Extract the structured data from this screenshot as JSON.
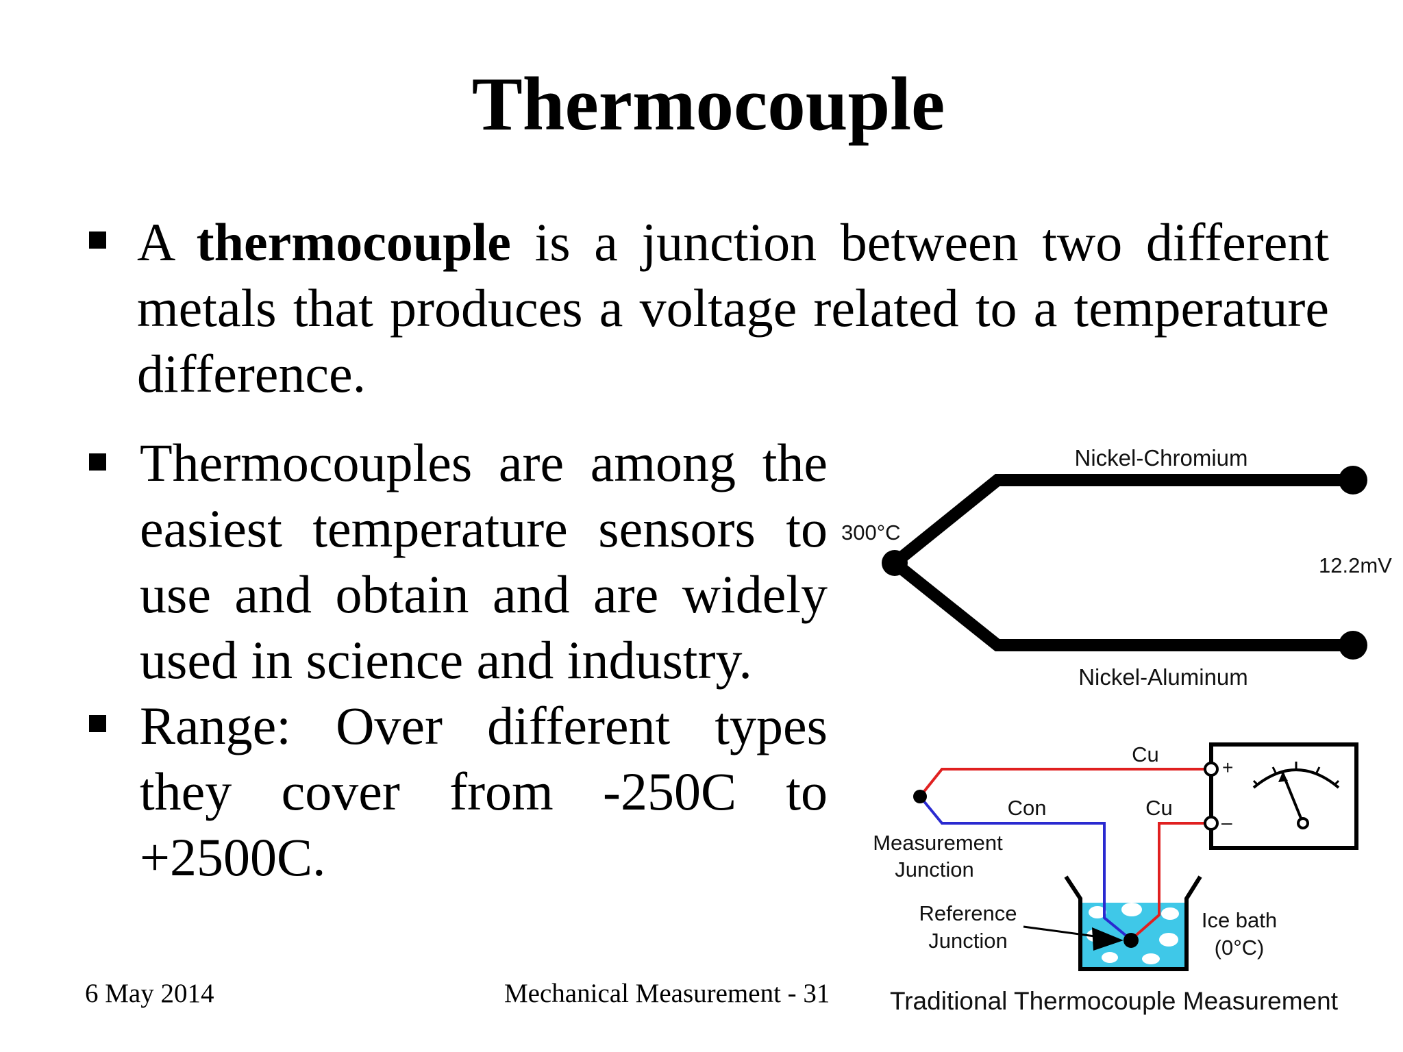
{
  "slide": {
    "title": "Thermocouple",
    "bullets": [
      {
        "prefix": "A ",
        "bold": "thermocouple",
        "suffix": " is a junction between two different metals that produces a voltage related to a temperature difference."
      },
      {
        "text": "Thermocouples are among the easiest temperature sensors to use and obtain and are widely used in science and industry."
      },
      {
        "text": "Range: Over different types they cover from -250C to +2500C."
      }
    ],
    "footer": {
      "date": "6 May 2014",
      "center": "Mechanical Measurement - 31"
    }
  },
  "diagram_top": {
    "label_top_wire": "Nickel-Chromium",
    "label_bottom_wire": "Nickel-Aluminum",
    "label_junction_temp": "300°C",
    "label_voltage": "12.2mV"
  },
  "diagram_bottom": {
    "label_cu_top": "Cu",
    "label_con": "Con",
    "label_cu_mid": "Cu",
    "label_measurement_junction_line1": "Measurement",
    "label_measurement_junction_line2": "Junction",
    "label_reference_junction_line1": "Reference",
    "label_reference_junction_line2": "Junction",
    "label_ice_bath_line1": "Ice bath",
    "label_ice_bath_line2": "(0°C)",
    "label_plus": "+",
    "label_minus": "–",
    "caption": "Traditional Thermocouple Measurement",
    "colors": {
      "copper_wire": "#e02020",
      "constantan_wire": "#2a2ad0",
      "ice_bath": "#3fc8e8",
      "ice": "#ffffff"
    }
  }
}
